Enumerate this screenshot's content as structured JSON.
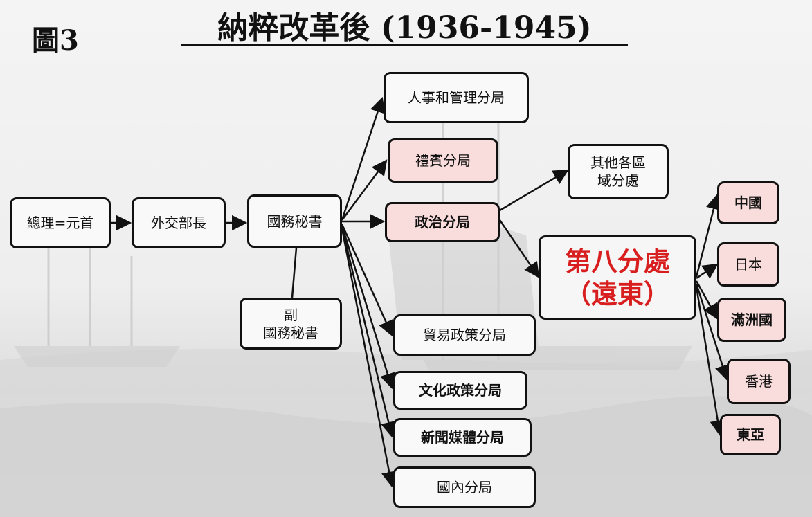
{
  "figure_label": "圖3",
  "title": "納粹改革後 (1936-1945)",
  "nodes": {
    "premier": "總理=元首",
    "foreign_minister": "外交部長",
    "state_secretary": "國務秘書",
    "deputy_state_secretary": [
      "副",
      "國務秘書"
    ],
    "personnel": "人事和管理分局",
    "protocol": "禮賓分局",
    "political": "政治分局",
    "other_regions": [
      "其他各區",
      "域分處"
    ],
    "section_eight": [
      "第八分處",
      "（遠東）"
    ],
    "trade": "貿易政策分局",
    "culture": "文化政策分局",
    "press": "新聞媒體分局",
    "domestic": "國內分局",
    "china": "中國",
    "japan": "日本",
    "manchukuo": "滿洲國",
    "hongkong": "香港",
    "east_asia": "東亞"
  },
  "colors": {
    "highlight_fill": "#f9dcdc",
    "section_eight_text": "#d81e1e",
    "line": "#111111"
  }
}
